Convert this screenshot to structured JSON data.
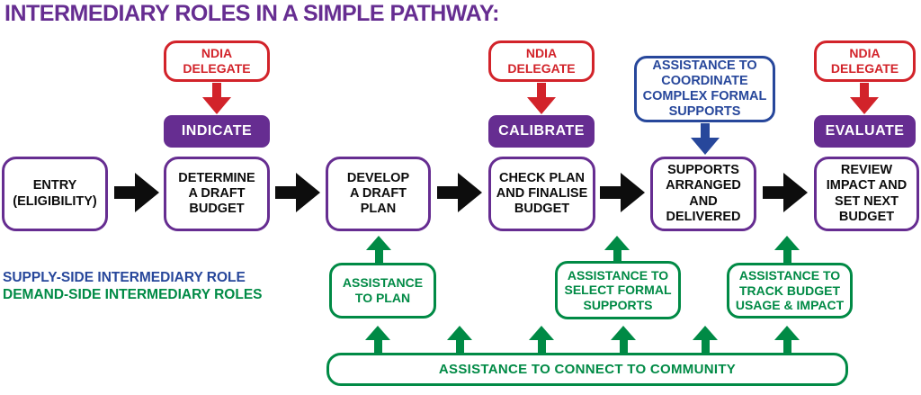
{
  "title": "INTERMEDIARY ROLES IN A SIMPLE PATHWAY:",
  "colors": {
    "purple": "#662D91",
    "red": "#D2232A",
    "blue": "#27479B",
    "green": "#008A45",
    "black": "#0d0d0d"
  },
  "supply_columns": [
    {
      "delegate": "NDIA\nDELEGATE",
      "action": "INDICATE"
    },
    {
      "delegate": "NDIA\nDELEGATE",
      "action": "CALIBRATE"
    },
    {
      "delegate": "NDIA\nDELEGATE",
      "action": "EVALUATE"
    }
  ],
  "coordinate_support": {
    "label": "ASSISTANCE TO\nCOORDINATE\nCOMPLEX FORMAL\nSUPPORTS"
  },
  "pathway": {
    "steps": [
      {
        "label": "ENTRY\n(ELIGIBILITY)"
      },
      {
        "label": "DETERMINE\nA DRAFT\nBUDGET"
      },
      {
        "label": "DEVELOP\nA DRAFT\nPLAN"
      },
      {
        "label": "CHECK PLAN\nAND FINALISE\nBUDGET"
      },
      {
        "label": "SUPPORTS\nARRANGED\nAND\nDELIVERED"
      },
      {
        "label": "REVIEW\nIMPACT AND\nSET NEXT\nBUDGET"
      }
    ]
  },
  "legend": {
    "supply": {
      "label": "SUPPLY-SIDE INTERMEDIARY ROLE",
      "color": "#27479B"
    },
    "demand": {
      "label": "DEMAND-SIDE INTERMEDIARY ROLES",
      "color": "#008A45"
    }
  },
  "demand_supports": [
    {
      "label": "ASSISTANCE\nTO PLAN"
    },
    {
      "label": "ASSISTANCE TO\nSELECT FORMAL\nSUPPORTS"
    },
    {
      "label": "ASSISTANCE TO\nTRACK BUDGET\nUSAGE & IMPACT"
    }
  ],
  "community_support": {
    "label": "ASSISTANCE TO CONNECT TO COMMUNITY"
  }
}
